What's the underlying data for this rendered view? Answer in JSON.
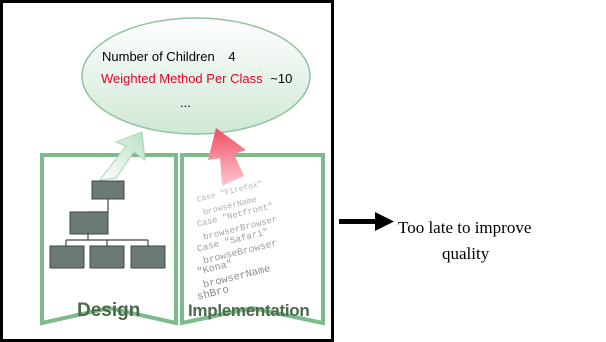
{
  "metrics": [
    {
      "name": "Number of Children",
      "value": "4",
      "color": "#000000"
    },
    {
      "name": "Weighted Method Per Class",
      "value": "~10",
      "color": "#e8002a"
    }
  ],
  "metrics_ellipsis": "...",
  "panels": {
    "design_label": "Design",
    "implementation_label": "Implementation"
  },
  "code_snippet": [
    "Case \"Firefox\"",
    "browserName",
    "Case \"Netfront\"",
    "browserBrowser",
    "Case \"Safari\"",
    "browseBrowser",
    "\"Kona\"",
    "browserName",
    "shBro"
  ],
  "caption": {
    "line1": "Too late to improve",
    "line2": "quality"
  },
  "colors": {
    "ellipse_fill": "#d2ead7",
    "panel_border": "#7dbb8d",
    "box_fill": "#6b7b74",
    "red_arrow": "#f0556a",
    "green_arrow": "#c9e8d6"
  }
}
